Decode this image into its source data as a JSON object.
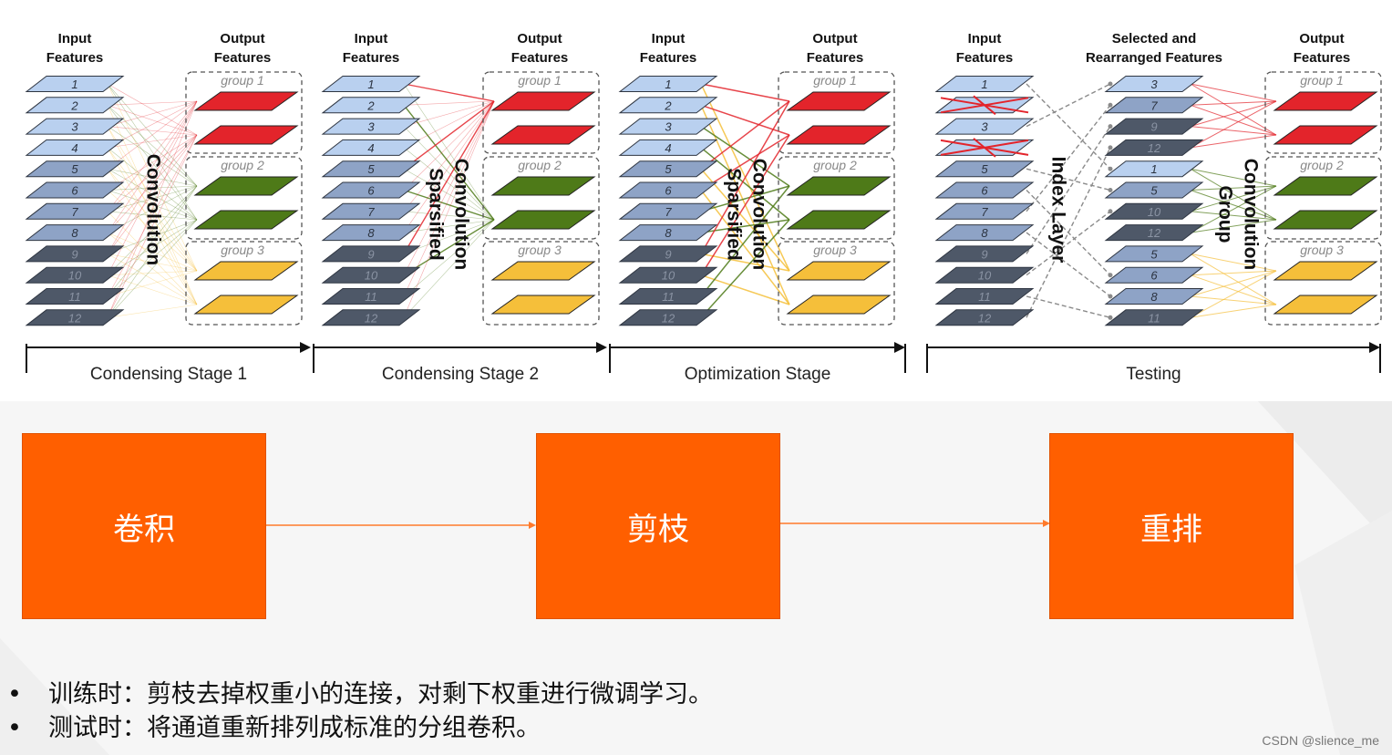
{
  "stages": [
    {
      "stage_label": "Condensing Stage 1",
      "input_header": [
        "Input",
        "Features"
      ],
      "output_header": [
        "Output",
        "Features"
      ],
      "middle_label": [
        "Convolution"
      ]
    },
    {
      "stage_label": "Condensing Stage 2",
      "input_header": [
        "Input",
        "Features"
      ],
      "output_header": [
        "Output",
        "Features"
      ],
      "middle_label": [
        "Sparsified",
        "Convolution"
      ]
    },
    {
      "stage_label": "Optimization Stage",
      "input_header": [
        "Input",
        "Features"
      ],
      "output_header": [
        "Output",
        "Features"
      ],
      "middle_label": [
        "Sparsified",
        "Convolution"
      ]
    },
    {
      "stage_label": "Testing",
      "input_header": [
        "Input",
        "Features"
      ],
      "selected_header": [
        "Selected and",
        "Rearranged Features"
      ],
      "output_header": [
        "Output",
        "Features"
      ],
      "index_label": "Index Layer",
      "middle_label": [
        "Group",
        "Convolution"
      ]
    }
  ],
  "input_layers": [
    "1",
    "2",
    "3",
    "4",
    "5",
    "6",
    "7",
    "8",
    "9",
    "10",
    "11",
    "12"
  ],
  "testing_input_layers": [
    "1",
    "",
    "3",
    "",
    "5",
    "6",
    "7",
    "8",
    "9",
    "10",
    "11",
    "12"
  ],
  "removed_layers": [
    "2",
    "4"
  ],
  "rearranged_layers": [
    "3",
    "7",
    "9",
    "12",
    "1",
    "5",
    "10",
    "12",
    "5",
    "6",
    "8",
    "11"
  ],
  "group_labels": [
    "group 1",
    "group 2",
    "group 3"
  ],
  "colors": {
    "group1": "#e3242b",
    "group2": "#4e7a18",
    "group3": "#f5bf3a",
    "layer_light": "#b9d0ef",
    "layer_mid": "#8ea3c6",
    "layer_dark": "#4e5868",
    "flow_box": "#ff5f00"
  },
  "flow": {
    "boxes": [
      "卷积",
      "剪枝",
      "重排"
    ]
  },
  "bullets": [
    "训练时：剪枝去掉权重小的连接，对剩下权重进行微调学习。",
    "测试时：将通道重新排列成标准的分组卷积。"
  ],
  "watermark": "CSDN @slience_me"
}
